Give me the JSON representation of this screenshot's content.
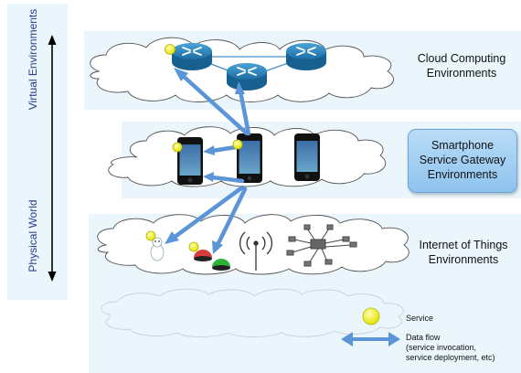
{
  "axis": {
    "top_label": "Virtual Environments",
    "bottom_label": "Physical World"
  },
  "layers": {
    "cloud": {
      "line1": "Cloud Computing",
      "line2": "Environments"
    },
    "gateway": {
      "line1": "Smartphone",
      "line2": "Service Gateway",
      "line3": "Environments"
    },
    "iot": {
      "line1": "Internet of Things",
      "line2": "Environments"
    }
  },
  "legend": {
    "service": "Service",
    "dataflow_line1": "Data flow",
    "dataflow_line2": "(service invocation,",
    "dataflow_line3": "service deployment, etc)"
  },
  "colors": {
    "band": "#eaf6fc",
    "arrow": "#5b95d8",
    "router": "#2a7fb8",
    "service_dot": "#f2f200",
    "axis_text": "#2b3a8c"
  }
}
